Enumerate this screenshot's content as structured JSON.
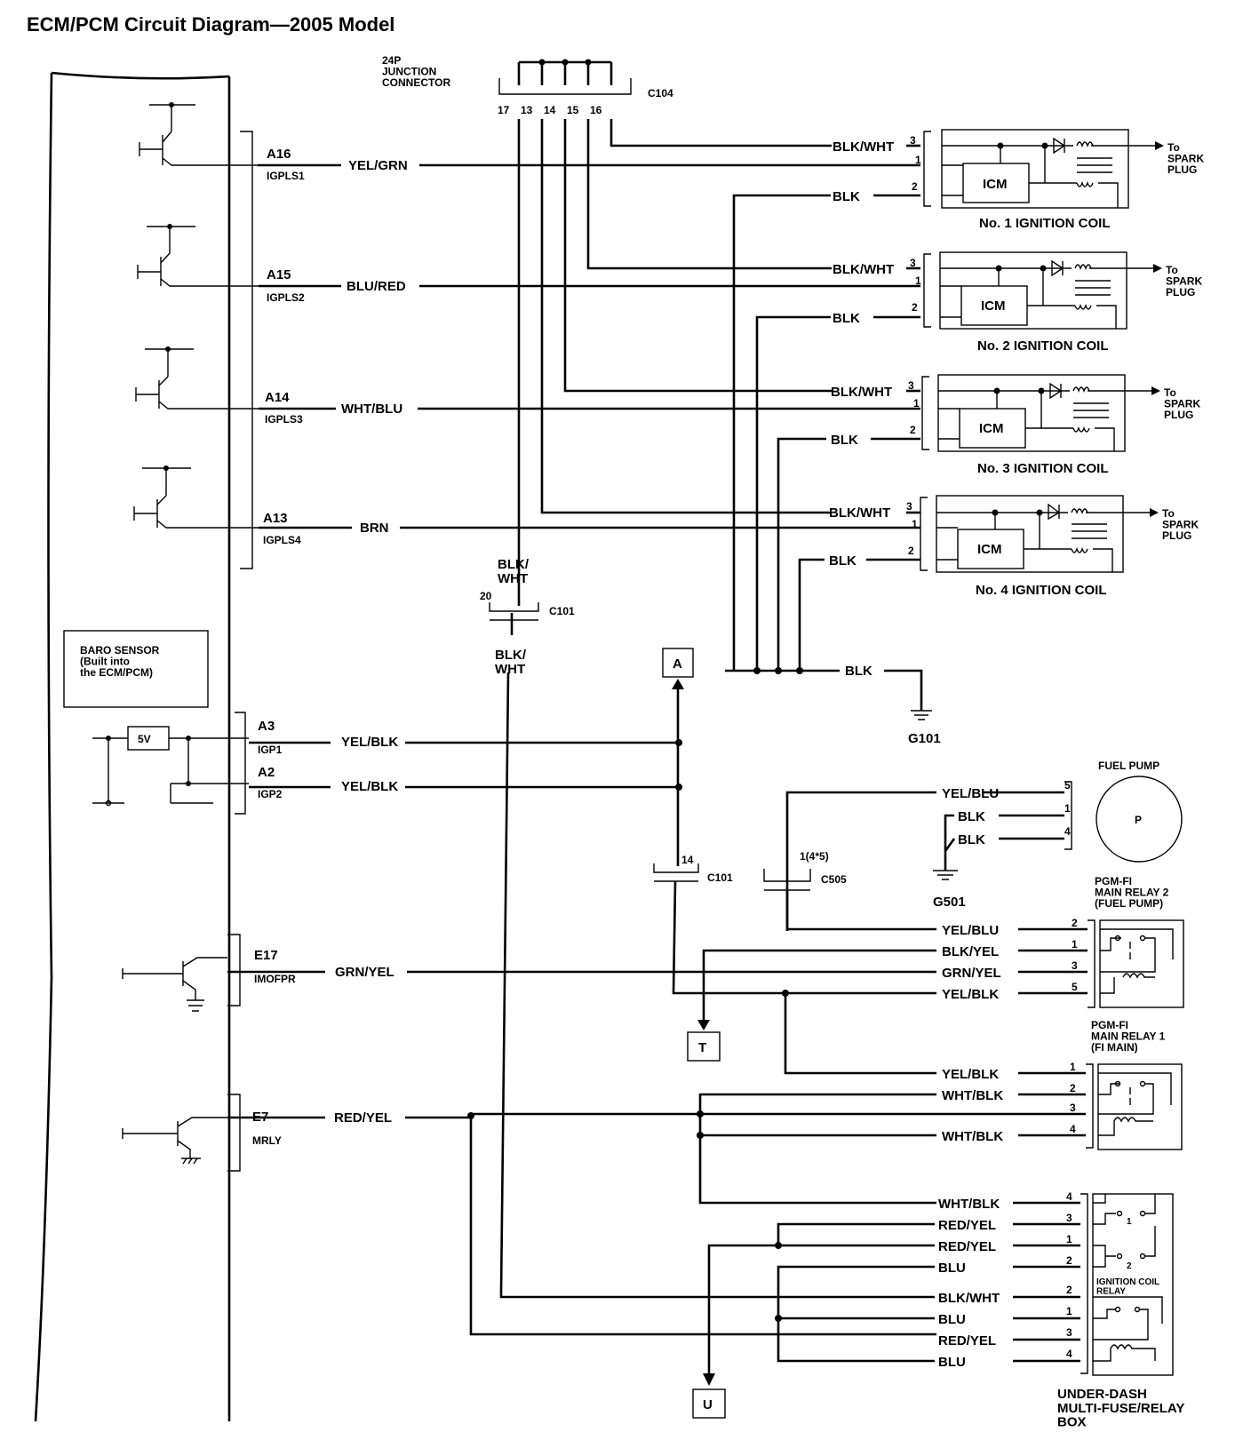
{
  "title": "ECM/PCM Circuit Diagram—2005 Model",
  "junction": {
    "name": "24P\nJUNCTION\nCONNECTOR",
    "connector": "C104",
    "pins": [
      "17",
      "13",
      "14",
      "15",
      "16"
    ]
  },
  "coil_common": {
    "bw": "BLK/WHT",
    "blk": "BLK",
    "icm": "ICM",
    "to_spark": "To\nSPARK\nPLUG",
    "pins": [
      "3",
      "1",
      "2"
    ]
  },
  "coils": [
    {
      "pin": "A16",
      "sig": "IGPLS1",
      "wire": "YEL/GRN",
      "name": "No. 1 IGNITION COIL"
    },
    {
      "pin": "A15",
      "sig": "IGPLS2",
      "wire": "BLU/RED",
      "name": "No. 2 IGNITION COIL"
    },
    {
      "pin": "A14",
      "sig": "IGPLS3",
      "wire": "WHT/BLU",
      "name": "No. 3 IGNITION COIL"
    },
    {
      "pin": "A13",
      "sig": "IGPLS4",
      "wire": "BRN",
      "name": "No. 4 IGNITION COIL"
    }
  ],
  "c101a": {
    "wire_top": "BLK/\nWHT",
    "pin": "20",
    "name": "C101",
    "wire_bottom": "BLK/\nWHT"
  },
  "baro": {
    "text": "BARO SENSOR\n(Built into\nthe ECM/PCM)",
    "v5": "5V"
  },
  "igp": [
    {
      "pin": "A3",
      "sig": "IGP1",
      "wire": "YEL/BLK"
    },
    {
      "pin": "A2",
      "sig": "IGP2",
      "wire": "YEL/BLK"
    }
  ],
  "tags": {
    "a": "A",
    "t": "T",
    "u": "U"
  },
  "ground": {
    "blk": "BLK",
    "g101": "G101",
    "g501": "G501"
  },
  "c101b": {
    "pin": "14",
    "name": "C101"
  },
  "c505": {
    "pin": "1(4*5)",
    "name": "C505"
  },
  "fuel_pump": {
    "title": "FUEL PUMP",
    "p": "P",
    "wires": [
      "YEL/BLU",
      "BLK",
      "BLK"
    ],
    "pins": [
      "5",
      "1",
      "4"
    ]
  },
  "relay2": {
    "title": "PGM-FI\nMAIN RELAY 2\n(FUEL PUMP)",
    "wires": [
      "YEL/BLU",
      "BLK/YEL",
      "GRN/YEL",
      "YEL/BLK"
    ],
    "pins": [
      "2",
      "1",
      "3",
      "5"
    ]
  },
  "imofpr": {
    "pin": "E17",
    "sig": "IMOFPR",
    "wire": "GRN/YEL"
  },
  "mrly": {
    "pin": "E7",
    "sig": "MRLY",
    "wire": "RED/YEL"
  },
  "relay1": {
    "title": "PGM-FI\nMAIN RELAY 1\n(FI MAIN)",
    "wires": [
      "YEL/BLK",
      "WHT/BLK",
      "WHT/BLK"
    ],
    "pins": [
      "1",
      "2",
      "3",
      "4"
    ]
  },
  "underdash": {
    "wires": [
      "WHT/BLK",
      "RED/YEL",
      "RED/YEL",
      "BLU",
      "BLK/WHT",
      "BLU",
      "RED/YEL",
      "BLU"
    ],
    "pins": [
      "4",
      "3",
      "1",
      "2",
      "2",
      "1",
      "3",
      "4"
    ],
    "ign_relay": "IGNITION COIL\nRELAY",
    "title": "UNDER-DASH\nMULTI-FUSE/RELAY\nBOX",
    "marks": [
      "1",
      "2"
    ]
  }
}
